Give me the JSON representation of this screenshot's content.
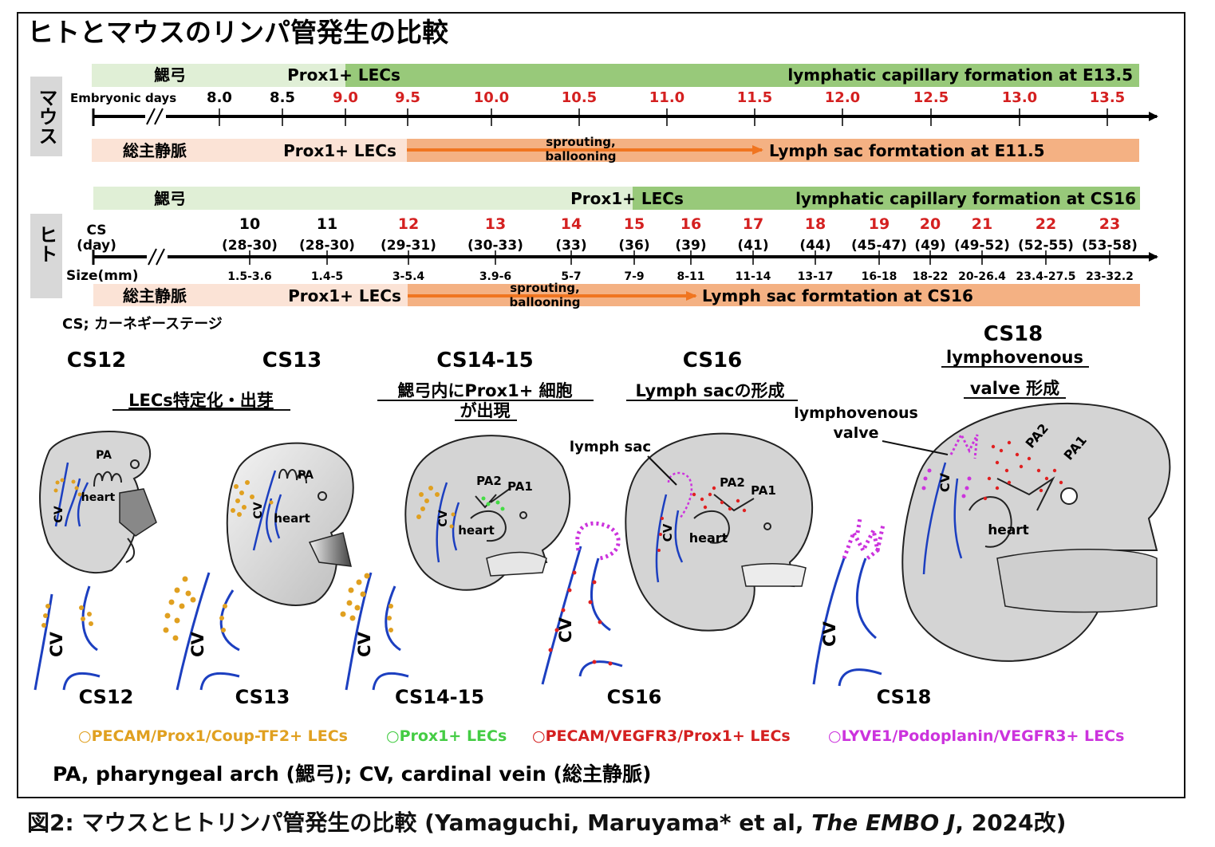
{
  "title": "ヒトとマウスのリンパ管発生の比較",
  "colors": {
    "green_dark": "#98c97a",
    "green_light": "#e0efd6",
    "peach_dark": "#f4b183",
    "peach_light": "#fbe3d6",
    "orange_arrow": "#f07520",
    "red_text": "#d42020",
    "embryo_fill": "#d4d4d4",
    "vein_blue": "#1c3fc0",
    "dot_yellow": "#e0a020",
    "dot_green": "#44dd44",
    "dot_red": "#e02020",
    "dot_magenta": "#cc33dd"
  },
  "mouse": {
    "side_label": "マウス",
    "top_bar_left": "鰓弓",
    "top_bar_mid": "Prox1+ LECs",
    "top_bar_right": "lymphatic capillary formation at E13.5",
    "axis_label": "Embryonic days",
    "ticks": [
      "8.0",
      "8.5",
      "9.0",
      "9.5",
      "10.0",
      "10.5",
      "11.0",
      "11.5",
      "12.0",
      "12.5",
      "13.0",
      "13.5"
    ],
    "bottom_bar_left": "総主静脈",
    "bottom_bar_mid": "Prox1+ LECs",
    "arrow_label_1": "sprouting,",
    "arrow_label_2": "ballooning",
    "bottom_bar_right": "Lymph sac formtation at E11.5"
  },
  "human": {
    "side_label": "ヒト",
    "top_bar_left": "鰓弓",
    "top_bar_mid": "Prox1+ LECs",
    "top_bar_right": "lymphatic capillary formation at CS16",
    "cs_label": "CS",
    "day_label": "(day)",
    "size_label": "Size(mm)",
    "stages": [
      {
        "cs": "10",
        "day": "(28-30)",
        "size": "1.5-3.6"
      },
      {
        "cs": "11",
        "day": "(28-30)",
        "size": "1.4-5"
      },
      {
        "cs": "12",
        "day": "(29-31)",
        "size": "3-5.4"
      },
      {
        "cs": "13",
        "day": "(30-33)",
        "size": "3.9-6"
      },
      {
        "cs": "14",
        "day": "(33)",
        "size": "5-7"
      },
      {
        "cs": "15",
        "day": "(36)",
        "size": "7-9"
      },
      {
        "cs": "16",
        "day": "(39)",
        "size": "8-11"
      },
      {
        "cs": "17",
        "day": "(41)",
        "size": "11-14"
      },
      {
        "cs": "18",
        "day": "(44)",
        "size": "13-17"
      },
      {
        "cs": "19",
        "day": "(45-47)",
        "size": "16-18"
      },
      {
        "cs": "20",
        "day": "(49)",
        "size": "18-22"
      },
      {
        "cs": "21",
        "day": "(49-52)",
        "size": "20-26.4"
      },
      {
        "cs": "22",
        "day": "(52-55)",
        "size": "23.4-27.5"
      },
      {
        "cs": "23",
        "day": "(53-58)",
        "size": "23-32.2"
      }
    ],
    "bottom_bar_left": "総主静脈",
    "bottom_bar_mid": "Prox1+ LECs",
    "arrow_label_1": "sprouting,",
    "arrow_label_2": "ballooning",
    "bottom_bar_right": "Lymph sac formtation at CS16"
  },
  "cs_note": "CS; カーネギーステージ",
  "panels": {
    "cs12": {
      "title": "CS12",
      "subtitle": "LECs特定化・出芽"
    },
    "cs13": {
      "title": "CS13"
    },
    "cs1415": {
      "title": "CS14-15",
      "subtitle_1": "鰓弓内にProx1+ 細胞",
      "subtitle_2": "が出現"
    },
    "cs16": {
      "title": "CS16",
      "subtitle": "Lymph sacの形成"
    },
    "cs18": {
      "title": "CS18",
      "subtitle_1": "lymphovenous",
      "subtitle_2": "valve 形成"
    }
  },
  "embryo_labels": {
    "pa": "PA",
    "pa1": "PA1",
    "pa2": "PA2",
    "heart": "heart",
    "cv": "CV",
    "lymph_sac": "lymph sac",
    "lv_1": "lymphovenous",
    "lv_2": "valve"
  },
  "bottom_labels": [
    "CS12",
    "CS13",
    "CS14-15",
    "CS16",
    "CS18"
  ],
  "legend": [
    {
      "text": "○PECAM/Prox1/Coup-TF2+ LECs",
      "color": "#e0a020"
    },
    {
      "text": "○Prox1+ LECs",
      "color": "#44cc44"
    },
    {
      "text": "○PECAM/VEGFR3/Prox1+ LECs",
      "color": "#d42020"
    },
    {
      "text": "○LYVE1/Podoplanin/VEGFR3+ LECs",
      "color": "#cc33dd"
    }
  ],
  "abbrev": "PA, pharyngeal arch (鰓弓); CV, cardinal vein (総主静脈)",
  "caption_main": "図2: マウスとヒトリンパ管発生の比較 (Yamaguchi, Maruyama* et al, ",
  "caption_journal": "The EMBO J",
  "caption_end": ", 2024改)"
}
